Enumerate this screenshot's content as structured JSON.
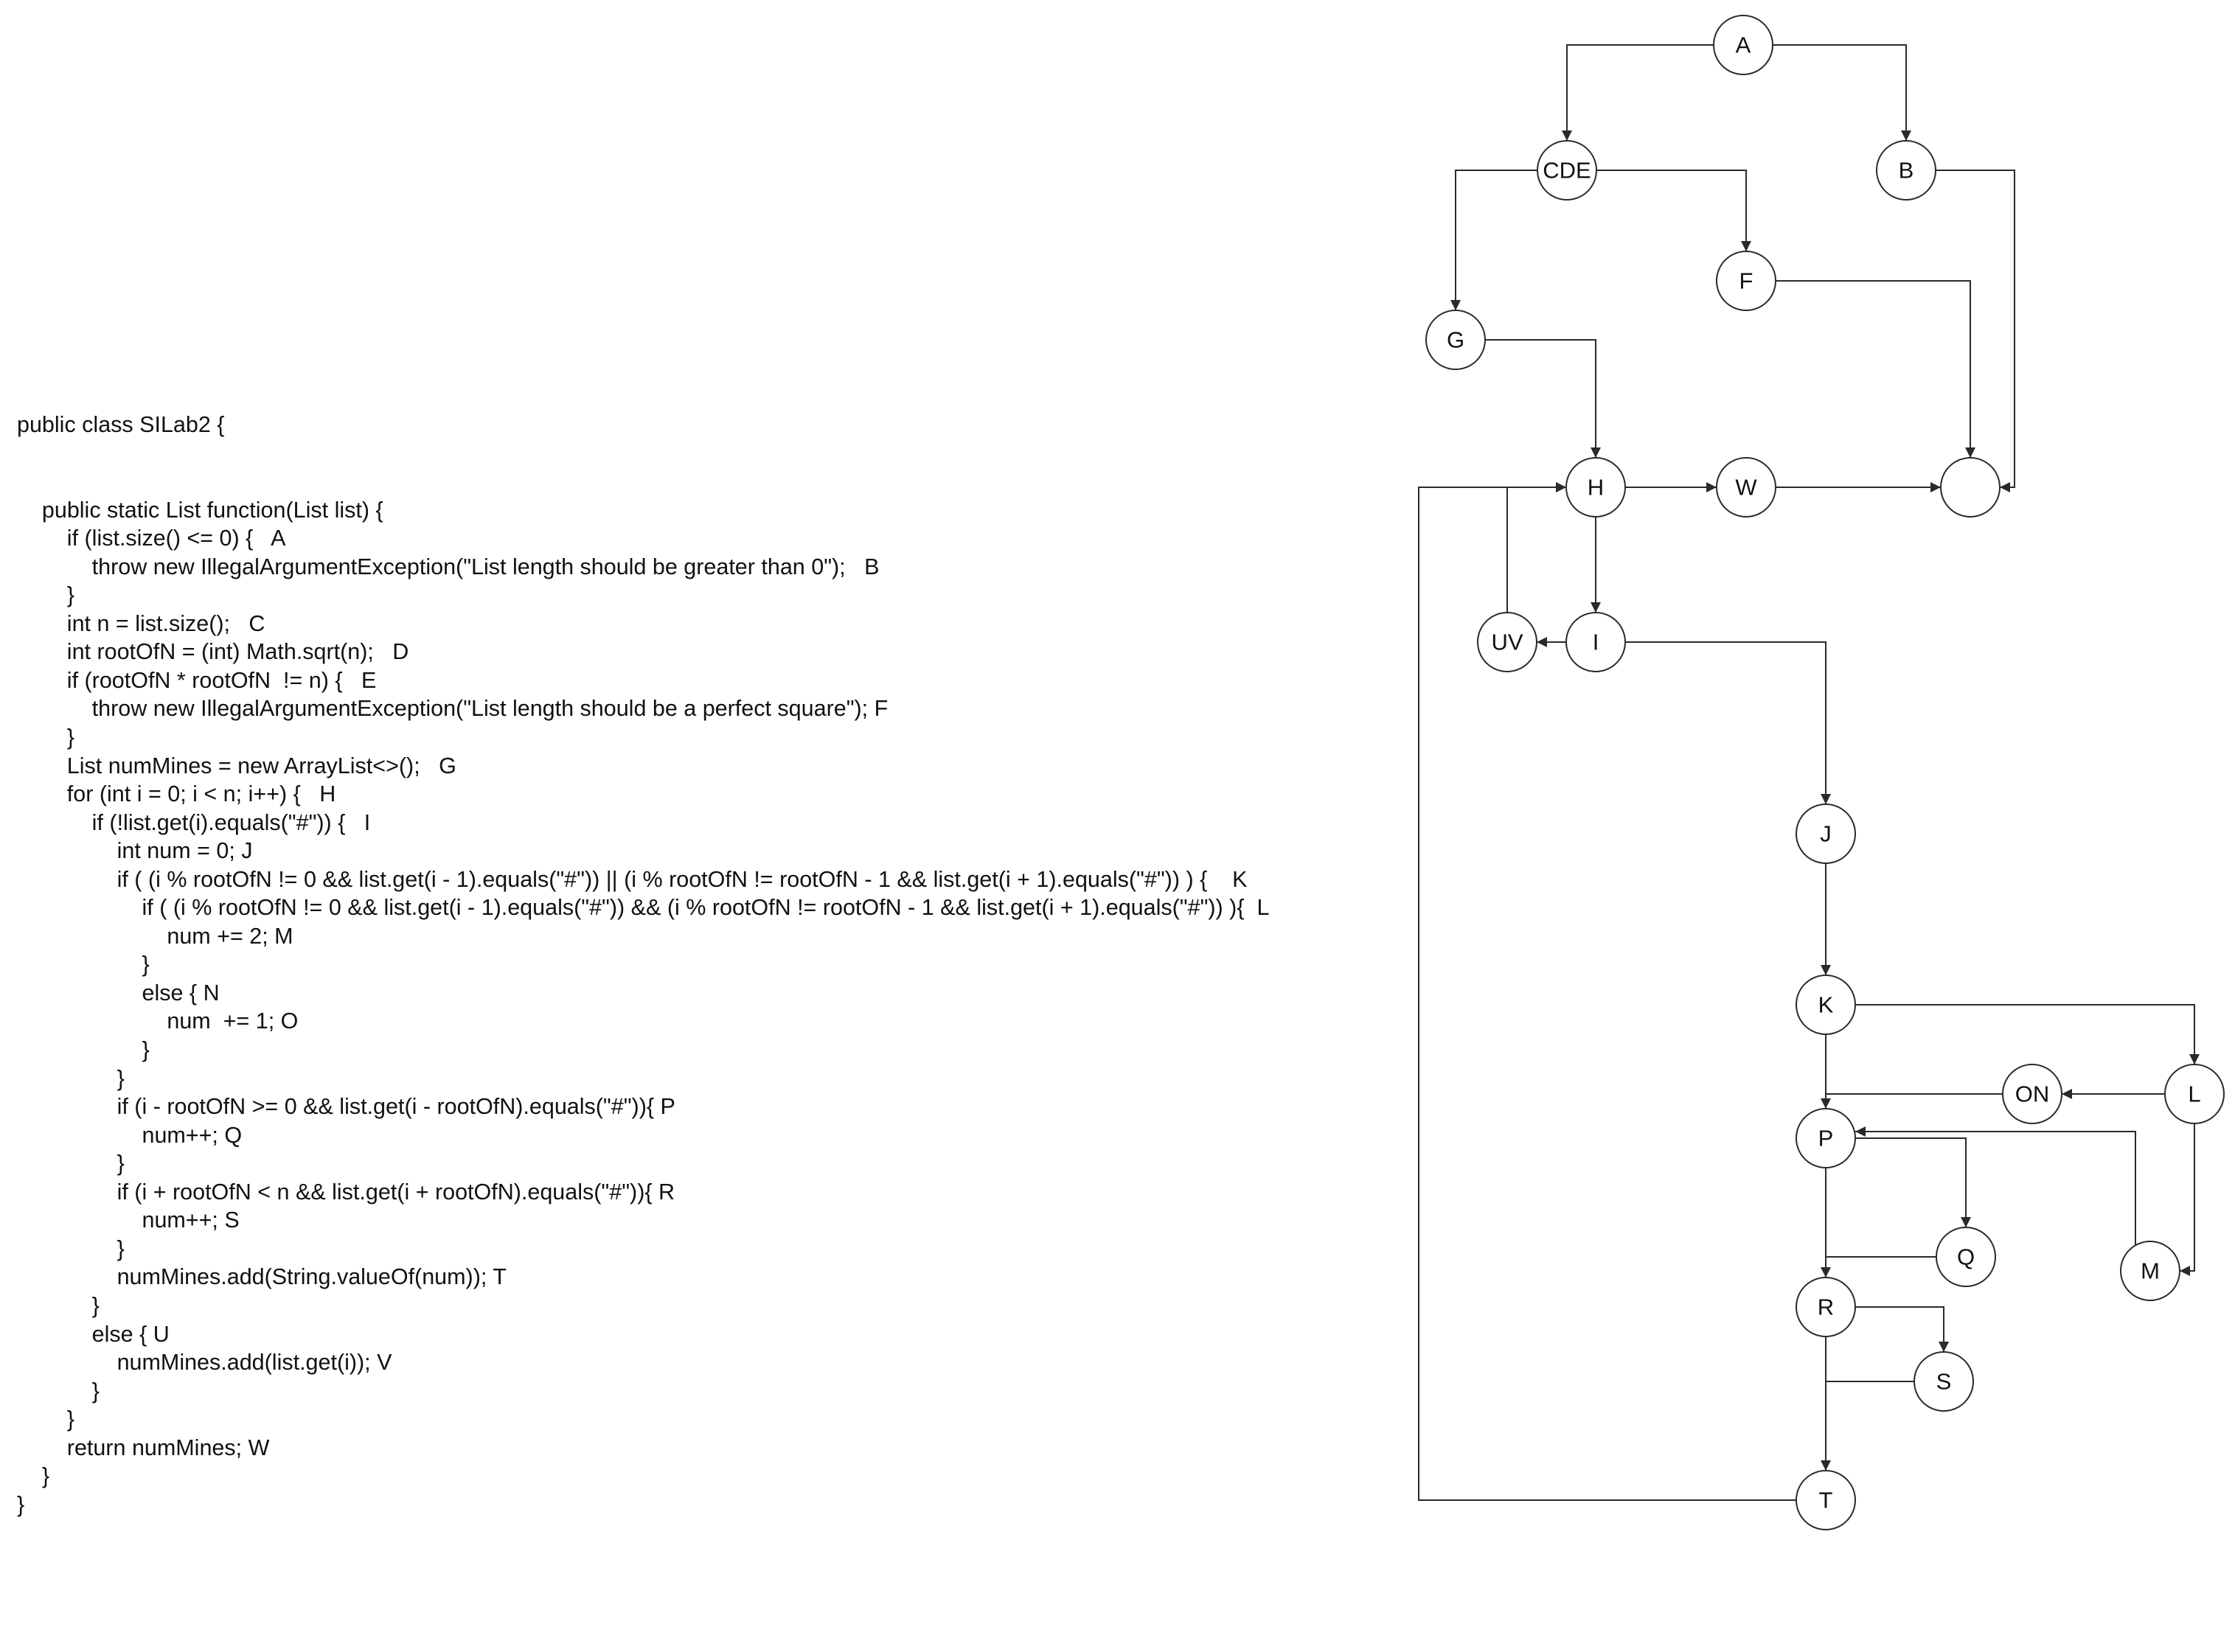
{
  "code_lines": [
    "public class SILab2 {",
    "",
    "",
    "    public static List function(List list) {",
    "        if (list.size() <= 0) {   A",
    "            throw new IllegalArgumentException(\"List length should be greater than 0\");   B",
    "        }",
    "        int n = list.size();   C",
    "        int rootOfN = (int) Math.sqrt(n);   D",
    "        if (rootOfN * rootOfN  != n) {   E",
    "            throw new IllegalArgumentException(\"List length should be a perfect square\"); F",
    "        }",
    "        List numMines = new ArrayList<>();   G",
    "        for (int i = 0; i < n; i++) {   H",
    "            if (!list.get(i).equals(\"#\")) {   I",
    "                int num = 0; J",
    "                if ( (i % rootOfN != 0 && list.get(i - 1).equals(\"#\")) || (i % rootOfN != rootOfN - 1 && list.get(i + 1).equals(\"#\")) ) {    K",
    "                    if ( (i % rootOfN != 0 && list.get(i - 1).equals(\"#\")) && (i % rootOfN != rootOfN - 1 && list.get(i + 1).equals(\"#\")) ){  L",
    "                        num += 2; M",
    "                    }",
    "                    else { N",
    "                        num  += 1; O",
    "                    }",
    "                }",
    "                if (i - rootOfN >= 0 && list.get(i - rootOfN).equals(\"#\")){ P",
    "                    num++; Q",
    "                }",
    "                if (i + rootOfN < n && list.get(i + rootOfN).equals(\"#\")){ R",
    "                    num++; S",
    "                }",
    "                numMines.add(String.valueOf(num)); T",
    "            }",
    "            else { U",
    "                numMines.add(list.get(i)); V",
    "            }",
    "        }",
    "        return numMines; W",
    "    }",
    "}"
  ],
  "graph": {
    "nodes": [
      {
        "id": "A",
        "label": "A"
      },
      {
        "id": "CDE",
        "label": "CDE"
      },
      {
        "id": "B",
        "label": "B"
      },
      {
        "id": "F",
        "label": "F"
      },
      {
        "id": "G",
        "label": "G"
      },
      {
        "id": "H",
        "label": "H"
      },
      {
        "id": "W",
        "label": "W"
      },
      {
        "id": "END",
        "label": ""
      },
      {
        "id": "UV",
        "label": "UV"
      },
      {
        "id": "I",
        "label": "I"
      },
      {
        "id": "J",
        "label": "J"
      },
      {
        "id": "K",
        "label": "K"
      },
      {
        "id": "ON",
        "label": "ON"
      },
      {
        "id": "L",
        "label": "L"
      },
      {
        "id": "P",
        "label": "P"
      },
      {
        "id": "Q",
        "label": "Q"
      },
      {
        "id": "M",
        "label": "M"
      },
      {
        "id": "R",
        "label": "R"
      },
      {
        "id": "S",
        "label": "S"
      },
      {
        "id": "T",
        "label": "T"
      }
    ],
    "edges": [
      {
        "from": "A",
        "to": "CDE"
      },
      {
        "from": "A",
        "to": "B"
      },
      {
        "from": "CDE",
        "to": "G"
      },
      {
        "from": "CDE",
        "to": "F"
      },
      {
        "from": "B",
        "to": "END"
      },
      {
        "from": "F",
        "to": "END"
      },
      {
        "from": "G",
        "to": "H"
      },
      {
        "from": "H",
        "to": "W"
      },
      {
        "from": "W",
        "to": "END"
      },
      {
        "from": "H",
        "to": "I"
      },
      {
        "from": "I",
        "to": "UV"
      },
      {
        "from": "UV",
        "to": "H"
      },
      {
        "from": "I",
        "to": "J"
      },
      {
        "from": "J",
        "to": "K"
      },
      {
        "from": "K",
        "to": "L"
      },
      {
        "from": "K",
        "to": "P"
      },
      {
        "from": "L",
        "to": "ON"
      },
      {
        "from": "ON",
        "to": "P"
      },
      {
        "from": "L",
        "to": "M"
      },
      {
        "from": "M",
        "to": "P"
      },
      {
        "from": "P",
        "to": "Q"
      },
      {
        "from": "P",
        "to": "R"
      },
      {
        "from": "Q",
        "to": "R"
      },
      {
        "from": "R",
        "to": "S"
      },
      {
        "from": "R",
        "to": "T"
      },
      {
        "from": "S",
        "to": "T"
      },
      {
        "from": "T",
        "to": "H"
      }
    ]
  }
}
